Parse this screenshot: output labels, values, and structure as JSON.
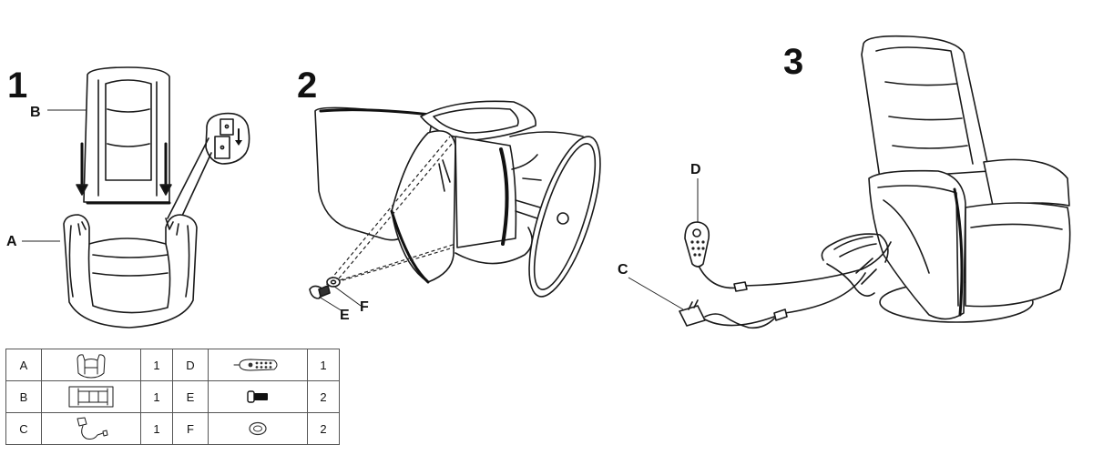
{
  "steps": {
    "step1": "1",
    "step2": "2",
    "step3": "3"
  },
  "callouts": {
    "s1_a": "A",
    "s1_b": "B",
    "s2_e": "E",
    "s2_f": "F",
    "s3_c": "C",
    "s3_d": "D"
  },
  "parts_table": {
    "rows": [
      {
        "left": {
          "letter": "A",
          "icon": "armchair-base-icon",
          "qty": "1"
        },
        "right": {
          "letter": "D",
          "icon": "remote-control-icon",
          "qty": "1"
        }
      },
      {
        "left": {
          "letter": "B",
          "icon": "backrest-icon",
          "qty": "1"
        },
        "right": {
          "letter": "E",
          "icon": "bolt-icon",
          "qty": "2"
        }
      },
      {
        "left": {
          "letter": "C",
          "icon": "power-adapter-icon",
          "qty": "1"
        },
        "right": {
          "letter": "F",
          "icon": "washer-icon",
          "qty": "2"
        }
      }
    ]
  }
}
